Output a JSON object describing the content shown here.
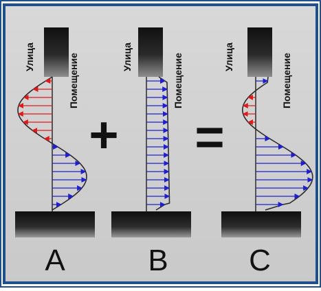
{
  "labels": {
    "outside": "Улица",
    "inside": "Помещение",
    "plus": "+",
    "equals": "="
  },
  "panels": [
    {
      "letter": "A"
    },
    {
      "letter": "B"
    },
    {
      "letter": "C"
    }
  ],
  "colors": {
    "frame": "#1f4f8f",
    "panel_bg": "#d2d2d2",
    "positive_arrow": "#1f1fd0",
    "negative_arrow": "#e01a1a",
    "profile_line": "#2a2a2a",
    "plate_dark": "#1a1a1a",
    "plate_light": "#9a9a9a"
  }
}
